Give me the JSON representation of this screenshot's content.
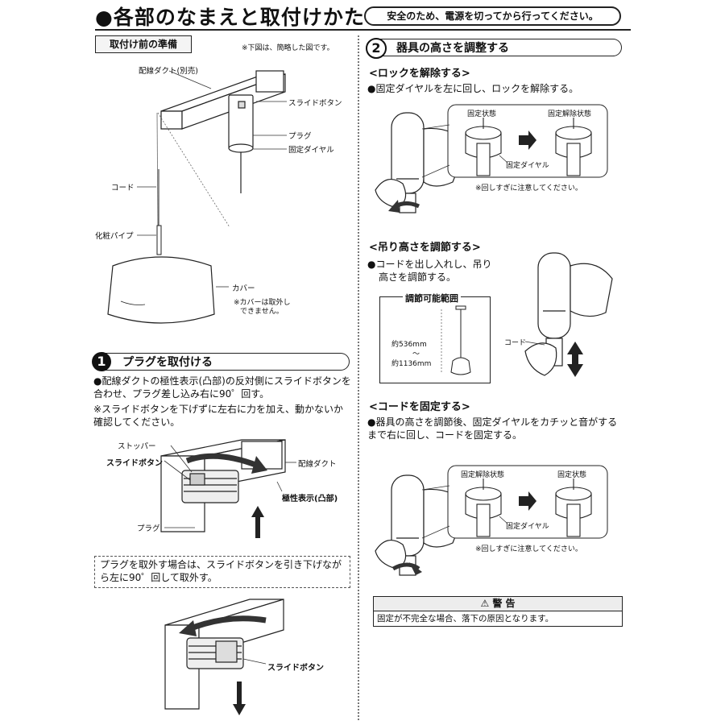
{
  "header": {
    "title": "●各部のなまえと取付けかた",
    "safety_note": "安全のため、電源を切ってから行ってください。"
  },
  "prep": {
    "heading": "取付け前の準備",
    "note": "※下図は、簡略した図です。",
    "labels": {
      "duct": "配線ダクト(別売)",
      "slide_button": "スライドボタン",
      "plug": "プラグ",
      "fixing_dial": "固定ダイヤル",
      "cord": "コード",
      "pipe": "化粧パイプ",
      "cover": "カバー",
      "cover_note_1": "※カバーは取外し",
      "cover_note_2": "できません。"
    }
  },
  "step1": {
    "number": "1",
    "heading": "プラグを取付ける",
    "text_1": "●配線ダクトの極性表示(凸部)の反対側にスライドボタンを合わせ、プラグ差し込み右に90゜回す。",
    "text_2": "※スライドボタンを下げずに左右に力を加え、動かないか確認してください。",
    "labels": {
      "stopper": "ストッパー",
      "slide_button": "スライドボタン",
      "duct": "配線ダクト",
      "polarity": "極性表示(凸部)",
      "plug": "プラグ"
    },
    "removal_note": "プラグを取外す場合は、スライドボタンを引き下げながら左に90゜回して取外す。",
    "removal_label": "スライドボタン"
  },
  "step2": {
    "number": "2",
    "heading": "器具の高さを調整する",
    "unlock": {
      "heading": "<ロックを解除する>",
      "text": "●固定ダイヤルを左に回し、ロックを解除する。",
      "state_fixed": "固定状態",
      "state_released": "固定解除状態",
      "dial_label": "固定ダイヤル",
      "caution": "※回しすぎに注意してください。"
    },
    "height": {
      "heading": "<吊り高さを調節する>",
      "text_1": "●コードを出し入れし、吊り",
      "text_2": "高さを調節する。",
      "range_title": "調節可能範囲",
      "range_min": "約536mm",
      "range_sep": "〜",
      "range_max": "約1136mm",
      "cord_label": "コード"
    },
    "lock": {
      "heading": "<コードを固定する>",
      "text": "●器具の高さを調節後、固定ダイヤルをカチッと音がするまで右に回し、コードを固定する。",
      "state_released": "固定解除状態",
      "state_fixed": "固定状態",
      "dial_label": "固定ダイヤル",
      "caution": "※回しすぎに注意してください。"
    }
  },
  "warning": {
    "heading": "⚠ 警 告",
    "text": "固定が不完全な場合、落下の原因となります。"
  }
}
